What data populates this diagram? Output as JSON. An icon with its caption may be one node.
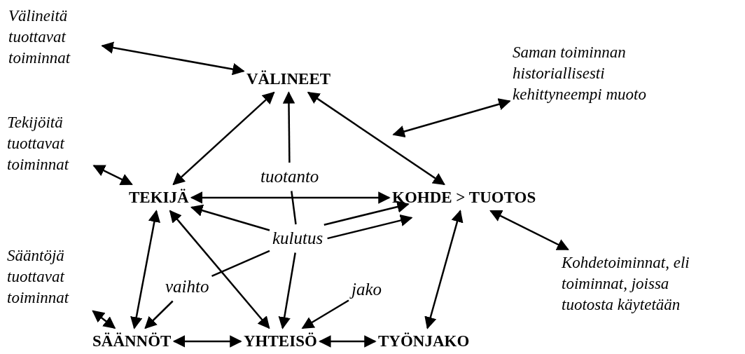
{
  "diagram": {
    "nodes": [
      {
        "text": [
          "VÄLINEET"
        ]
      },
      {
        "text": [
          "TEKIJÄ"
        ]
      },
      {
        "text": [
          "KOHDE > TUOTOS"
        ]
      },
      {
        "text": [
          "SÄÄNNÖT"
        ]
      },
      {
        "text": [
          "YHTEISÖ"
        ]
      },
      {
        "text": [
          "TYÖNJAKO"
        ]
      },
      {
        "text": [
          "Välineitä tuottavat toiminnat"
        ]
      },
      {
        "text": [
          "Tekijöitä tuottavat toiminnat"
        ]
      },
      {
        "text": [
          "Saman toiminnan historiallisesti kehittyneempi muoto"
        ]
      },
      {
        "text": [
          "Sääntöjä tuottavat toiminnat"
        ]
      },
      {
        "text": [
          "Kohdetoiminnat, eli toiminnat, joissa tuotosta käytetään"
        ]
      },
      {
        "text": [
          "tuotanto"
        ]
      },
      {
        "text": [
          "kulutus"
        ]
      },
      {
        "text": [
          "vaihto"
        ]
      },
      {
        "text": [
          "jako"
        ]
      }
    ],
    "edges": [
      {
        "from": 6,
        "to": 0,
        "arrow": "both"
      },
      {
        "from": 7,
        "to": 1,
        "arrow": "both"
      },
      {
        "from": 8,
        "to": null,
        "arrow": "both"
      },
      {
        "from": 9,
        "to": 3,
        "arrow": "both"
      },
      {
        "from": 10,
        "to": 2,
        "arrow": "both"
      },
      {
        "from": 0,
        "to": 1,
        "arrow": "both"
      },
      {
        "from": 0,
        "to": 2,
        "arrow": "both"
      },
      {
        "from": 1,
        "to": 2,
        "arrow": "both"
      },
      {
        "from": 11,
        "to": 0,
        "arrow": "to"
      },
      {
        "from": 11,
        "to": 12,
        "arrow": "none"
      },
      {
        "from": 12,
        "to": 4,
        "arrow": "to"
      },
      {
        "from": 12,
        "to": 1,
        "arrow": "to"
      },
      {
        "from": 12,
        "to": 2,
        "arrow": "to"
      },
      {
        "from": 12,
        "to": 2,
        "arrow": "to"
      },
      {
        "from": 1,
        "to": 3,
        "arrow": "both"
      },
      {
        "from": 1,
        "to": 4,
        "arrow": "both"
      },
      {
        "from": 2,
        "to": 5,
        "arrow": "both"
      },
      {
        "from": 12,
        "to": 13,
        "arrow": "none"
      },
      {
        "from": 13,
        "to": 3,
        "arrow": "to"
      },
      {
        "from": 14,
        "to": 4,
        "arrow": "to"
      },
      {
        "from": 3,
        "to": 4,
        "arrow": "both"
      },
      {
        "from": 5,
        "to": 4,
        "arrow": "both"
      }
    ]
  }
}
